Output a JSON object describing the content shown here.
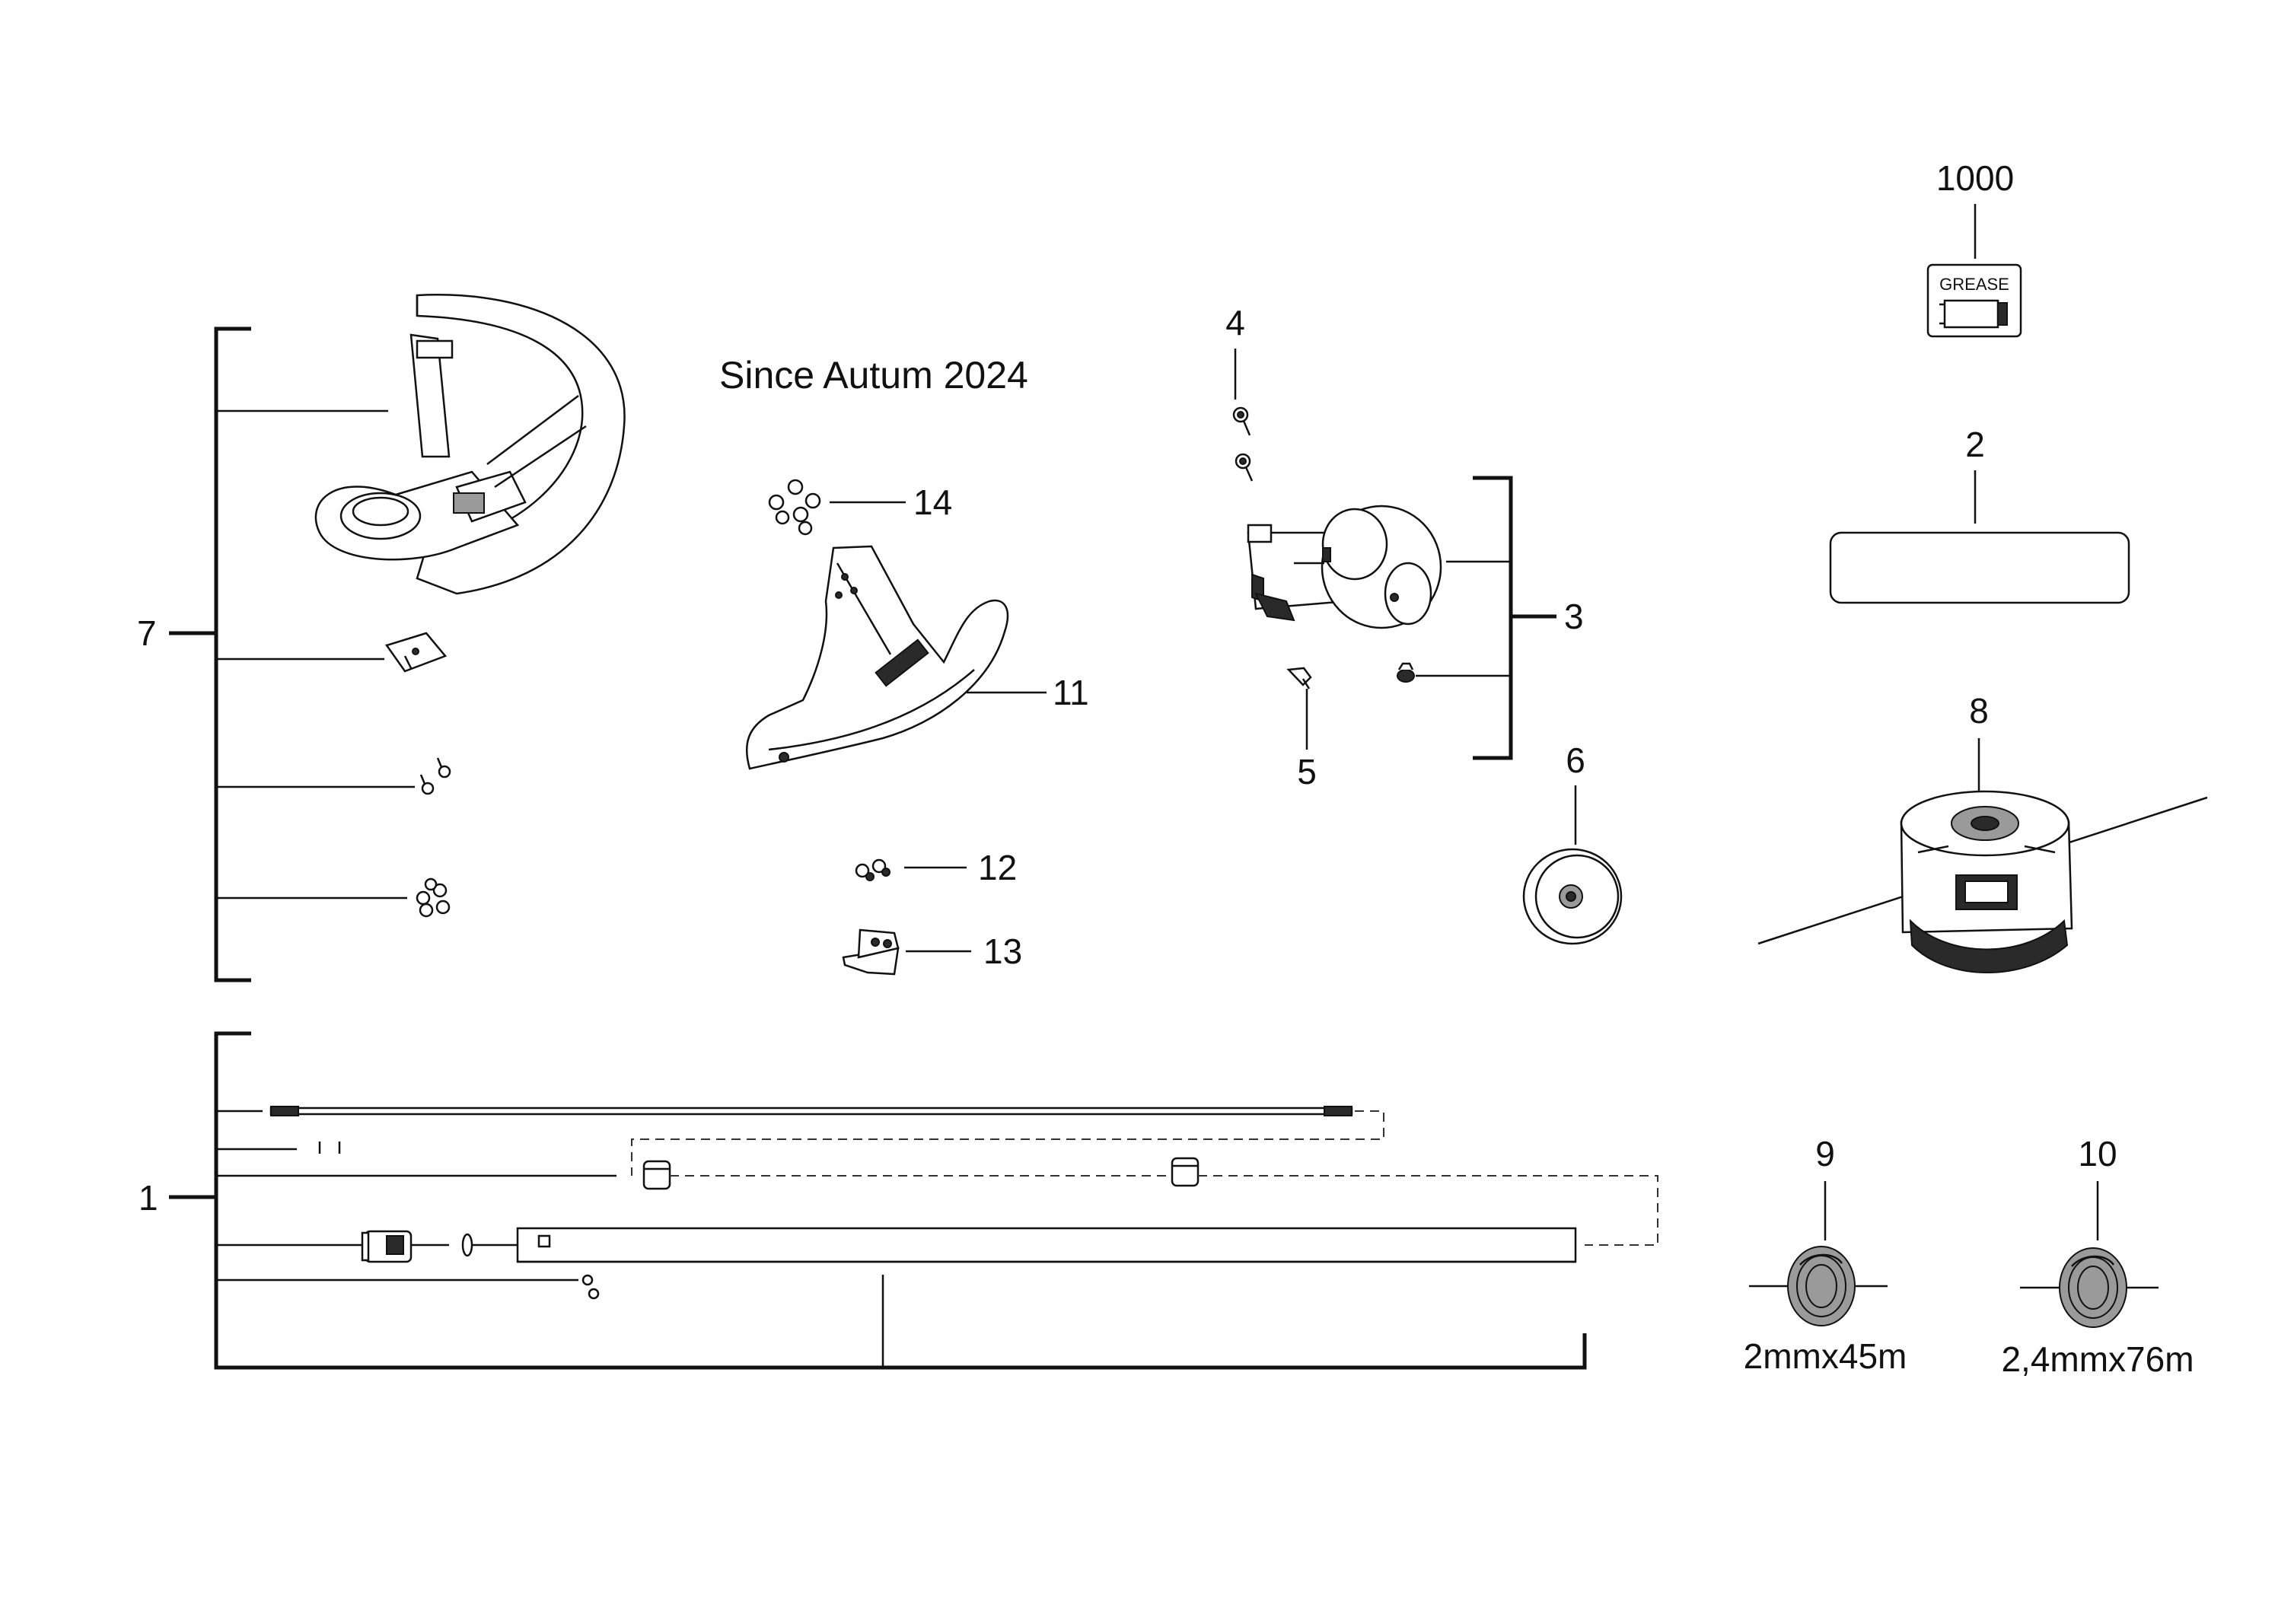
{
  "heading": "Since Autum 2024",
  "grease_label": "GREASE",
  "part_numbers": {
    "p1000": "1000",
    "p2": "2",
    "p3": "3",
    "p4": "4",
    "p5": "5",
    "p6": "6",
    "p7": "7",
    "p8": "8",
    "p9": "9",
    "p10": "10",
    "p11": "11",
    "p12": "12",
    "p13": "13",
    "p14": "14",
    "p1": "1"
  },
  "spool_specs": {
    "p9": "2mmx45m",
    "p10": "2,4mmx76m"
  }
}
